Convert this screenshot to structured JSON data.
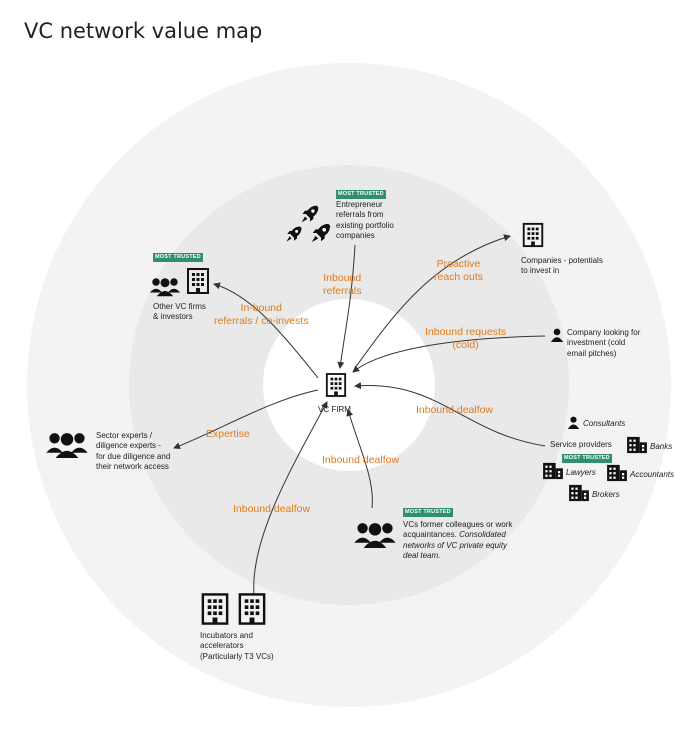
{
  "title": "VC network value map",
  "colors": {
    "outer_ring": "#f2f2f2",
    "middle_ring": "#e9e9e9",
    "center": "#ffffff",
    "flow_label": "#e07b1c",
    "badge": "#2f8f6f"
  },
  "badge_text": "MOST TRUSTED",
  "center": {
    "label": "VC FIRM",
    "icon": "building-icon"
  },
  "flows": {
    "inbound_referrals": "Inbound\nreferrals",
    "inbound_coinvests": "In-bound\nreferrals / co-invests",
    "proactive": "Proactive\nreach outs",
    "inbound_requests": "Inbound requests\n(cold)",
    "dealflow_right": "Inbound dealfow",
    "expertise": "Expertise",
    "dealflow_bottom": "Inbound dealfow",
    "dealflow_left": "Inbound dealfow"
  },
  "nodes": {
    "entrepreneurs": "Entrepreneur\nreferrals from\nexisting portfolio\ncompanies",
    "other_vc": "Other VC firms\n& investors",
    "companies": "Companies - potentials\nto invest in",
    "company_looking": "Company looking for\ninvestment (cold\nemail pitches)",
    "sector_experts": "Sector experts /\ndiligence experts -\nfor due diligence and\ntheir network access",
    "vc_colleagues": "VCs former colleagues or work\nacquaintances.",
    "vc_colleagues_italic": "Consolidated\nnetworks of VC private equity\ndeal team.",
    "incubators": "Incubators and\naccelerators\n(Particularly T3 VCs)",
    "service_providers": "Service providers",
    "consultants": "Consultants",
    "banks": "Banks",
    "lawyers": "Lawyers",
    "accountants": "Accountants",
    "brokers": "Brokers"
  },
  "icons": [
    "rocket-icon",
    "people-icon",
    "building-icon",
    "person-icon",
    "office-icon"
  ]
}
